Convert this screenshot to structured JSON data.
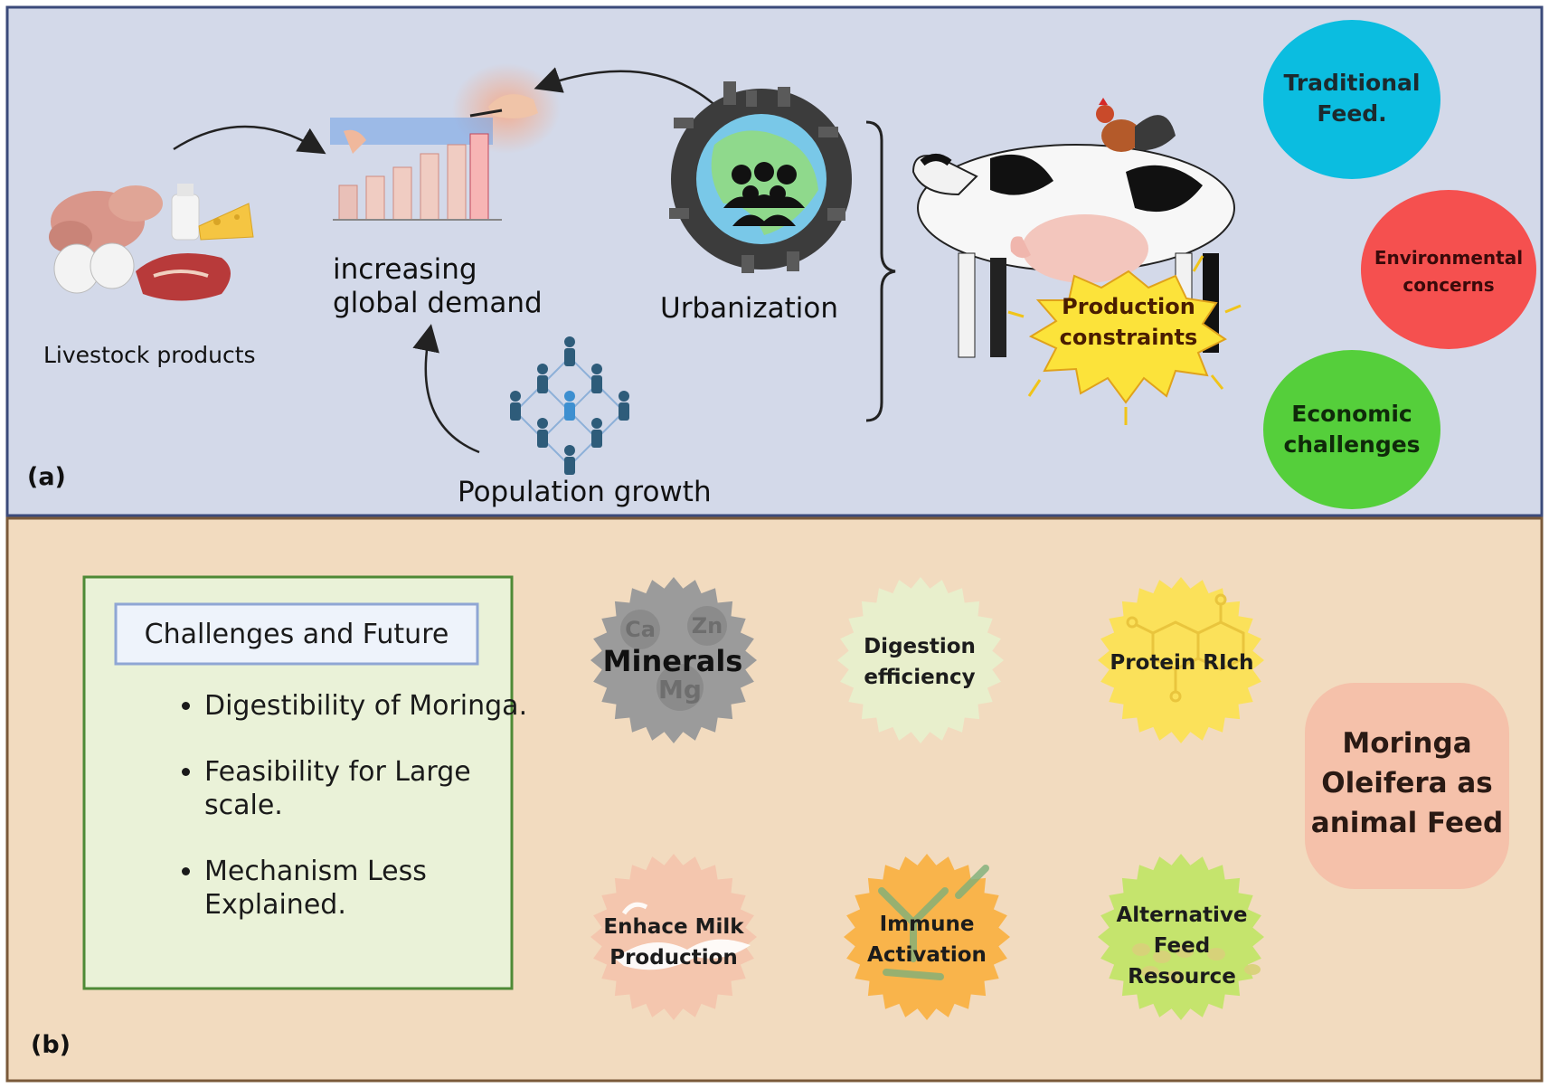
{
  "panel_a": {
    "label": "(a)",
    "livestock_products": "Livestock products",
    "global_demand": "increasing global demand",
    "urbanization": "Urbanization",
    "population_growth": "Population growth",
    "production_constraints": "Production constraints",
    "circles": [
      {
        "label": "Traditional Feed.",
        "color": "#0bbde0"
      },
      {
        "label": "Environmental concerns",
        "color": "#f5504f"
      },
      {
        "label": "Economic challenges",
        "color": "#55cf3b"
      }
    ],
    "background": "#d3d9e9"
  },
  "panel_b": {
    "label": "(b)",
    "background": "#f2dbbf",
    "challenges_title": "Challenges and Future",
    "challenges": [
      "Digestibility of Moringa.",
      "Feasibility for Large scale.",
      "Mechanism Less Explained."
    ],
    "badges": [
      {
        "label": "Minerals",
        "color": "#9b9b9b",
        "icon_name": "minerals-icon",
        "sub_labels": [
          "Ca",
          "Zn",
          "Mg"
        ]
      },
      {
        "label": "Digestion efficiency",
        "color": "#e8efcc",
        "icon_name": "digestion-icon"
      },
      {
        "label": "Protein RIch",
        "color": "#fbe15a",
        "icon_name": "molecule-icon"
      },
      {
        "label": "Enhace Milk Production",
        "color": "#f4c6ae",
        "icon_name": "milk-splash-icon"
      },
      {
        "label": "Immune Activation",
        "color": "#f9b44b",
        "icon_name": "antibody-icon"
      },
      {
        "label": "Alternative Feed Resource",
        "color": "#c5e46d",
        "icon_name": "seeds-icon"
      }
    ],
    "moringa_box": {
      "label": "Moringa Oleifera as animal Feed",
      "color": "#f5c1aa"
    }
  }
}
